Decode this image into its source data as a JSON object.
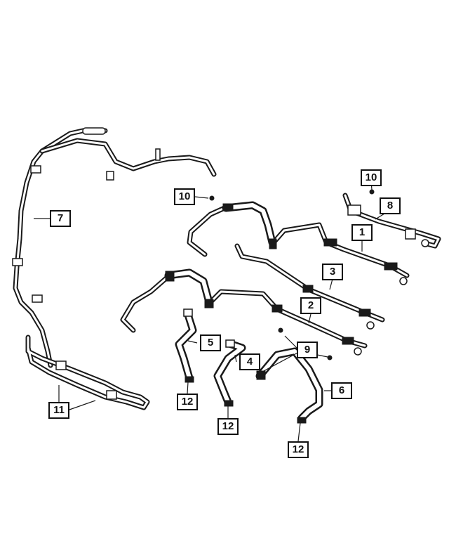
{
  "callouts": {
    "c1": "1",
    "c2": "2",
    "c3": "3",
    "c4": "4",
    "c5": "5",
    "c6": "6",
    "c7": "7",
    "c8": "8",
    "c9": "9",
    "c10a": "10",
    "c10b": "10",
    "c11": "11",
    "c12a": "12",
    "c12b": "12",
    "c12c": "12"
  }
}
